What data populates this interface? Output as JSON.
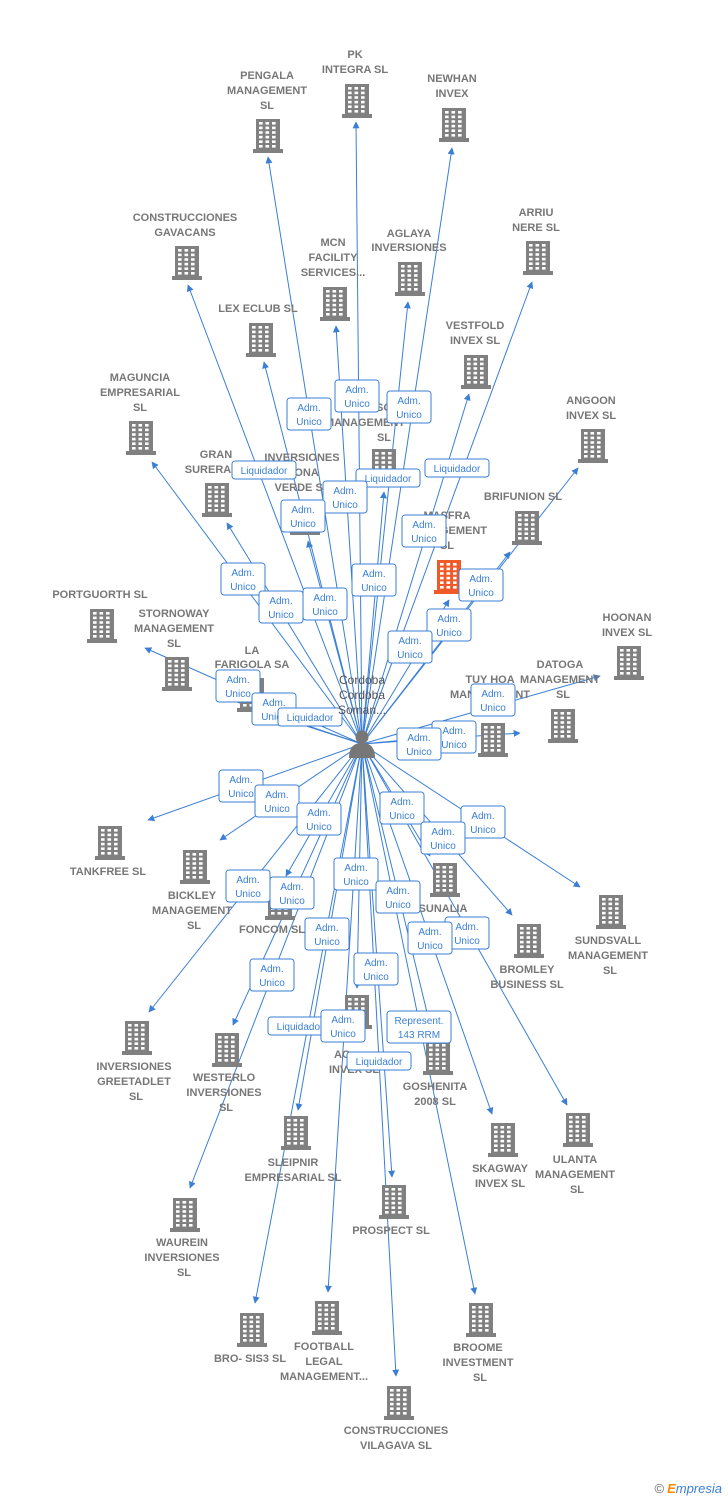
{
  "center": {
    "name": "Cordoba Cordoba Soman..."
  },
  "nodes": [
    {
      "id": "pk",
      "label": "PK INTEGRA SL"
    },
    {
      "id": "pengala",
      "label": "PENGALA MANAGEMENT SL"
    },
    {
      "id": "newhan",
      "label": "NEWHAN INVEX SL"
    },
    {
      "id": "gavacans",
      "label": "CONSTRUCCIONES GAVACANS SL"
    },
    {
      "id": "mcn",
      "label": "MCN FACILITY SERVICES..."
    },
    {
      "id": "aglaya",
      "label": "AGLAYA INVERSIONES SL"
    },
    {
      "id": "arriu",
      "label": "ARRIU NERE SL"
    },
    {
      "id": "lexeclub",
      "label": "LEX ECLUB SL"
    },
    {
      "id": "vestfold",
      "label": "VESTFOLD INVEX SL"
    },
    {
      "id": "maguncia",
      "label": "MAGUNCIA EMPRESARIAL SL"
    },
    {
      "id": "somanagement",
      "label": "SO MANAGEMENT SL"
    },
    {
      "id": "angoon",
      "label": "ANGOON INVEX SL"
    },
    {
      "id": "gransurera",
      "label": "GRAN SURERA"
    },
    {
      "id": "inversionesmona",
      "label": "INVERSIONES MONA VERDE SL"
    },
    {
      "id": "brifunion",
      "label": "BRIFUNION SL"
    },
    {
      "id": "masfra",
      "label": "MASFRA MANAGEMENT SL"
    },
    {
      "id": "portguorth",
      "label": "PORTGUORTH SL"
    },
    {
      "id": "stornoway",
      "label": "STORNOWAY MANAGEMENT SL"
    },
    {
      "id": "hoonan",
      "label": "HOONAN INVEX SL"
    },
    {
      "id": "lafarigola",
      "label": "LA FARIGOLA SA"
    },
    {
      "id": "tuyhoa",
      "label": "TUY HOA MANAGEMENT"
    },
    {
      "id": "datoga",
      "label": "DATOGA MANAGEMENT SL"
    },
    {
      "id": "tankfree",
      "label": "TANKFREE SL"
    },
    {
      "id": "bickley",
      "label": "BICKLEY MANAGEMENT SL"
    },
    {
      "id": "foncom",
      "label": "FONCOM SL"
    },
    {
      "id": "sunalia",
      "label": "SUNALIA"
    },
    {
      "id": "sundsvall",
      "label": "SUNDSVALL MANAGEMENT SL"
    },
    {
      "id": "bromley",
      "label": "BROMLEY BUSINESS SL"
    },
    {
      "id": "greetadlet",
      "label": "INVERSIONES GREETADLET SL"
    },
    {
      "id": "westerlo",
      "label": "WESTERLO INVERSIONES SL"
    },
    {
      "id": "acinvex",
      "label": "AC INVEX SL"
    },
    {
      "id": "goshenita",
      "label": "GOSHENITA 2008 SL"
    },
    {
      "id": "sleipnir",
      "label": "SLEIPNIR EMPRESARIAL SL"
    },
    {
      "id": "skagway",
      "label": "SKAGWAY INVEX SL"
    },
    {
      "id": "ulanta",
      "label": "ULANTA MANAGEMENT SL"
    },
    {
      "id": "waurein",
      "label": "WAUREIN INVERSIONES SL"
    },
    {
      "id": "prospect",
      "label": "PROSPECT SL"
    },
    {
      "id": "brosis",
      "label": "BRO- SIS3 SL"
    },
    {
      "id": "football",
      "label": "FOOTBALL LEGAL MANAGEMENT..."
    },
    {
      "id": "broome",
      "label": "BROOME INVESTMENT SL"
    },
    {
      "id": "vilagava",
      "label": "CONSTRUCCIONES VILAGAVA SL"
    }
  ],
  "edge_labels": [
    "Adm. Unico",
    "Adm. Unico",
    "Adm. Unico",
    "Liquidador",
    "Liquidador",
    "Liquidador",
    "Adm. Unico",
    "Adm. Unico",
    "Adm. Unico",
    "Adm. Unico",
    "Adm. Unico",
    "Adm. Unico",
    "Adm. Unico",
    "Adm. Unico",
    "Adm. Unico",
    "Adm. Unico",
    "Adm. Unico",
    "Adm. Unico",
    "Liquidador",
    "Adm. Unico",
    "Adm. Unico",
    "Adm. Unico",
    "Adm. Unico",
    "Adm. Unico",
    "Adm. Unico",
    "Adm. Unico",
    "Adm. Unico",
    "Adm. Unico",
    "Adm. Unico",
    "Adm. Unico",
    "Adm. Unico",
    "Adm. Unico",
    "Adm. Unico",
    "Adm. Unico",
    "Adm. Unico",
    "Adm. Unico",
    "Adm. Unico",
    "Liquidador",
    "Adm. Unico",
    "Represent. 143 RRM",
    "Liquidador"
  ],
  "colors": {
    "edge": "#3a7fd5",
    "node_icon": "#808080",
    "highlight": "#f05a28",
    "label": "#777777"
  },
  "footer": {
    "copyright": "©",
    "brand_e": "E",
    "brand_rest": "mpresia"
  }
}
